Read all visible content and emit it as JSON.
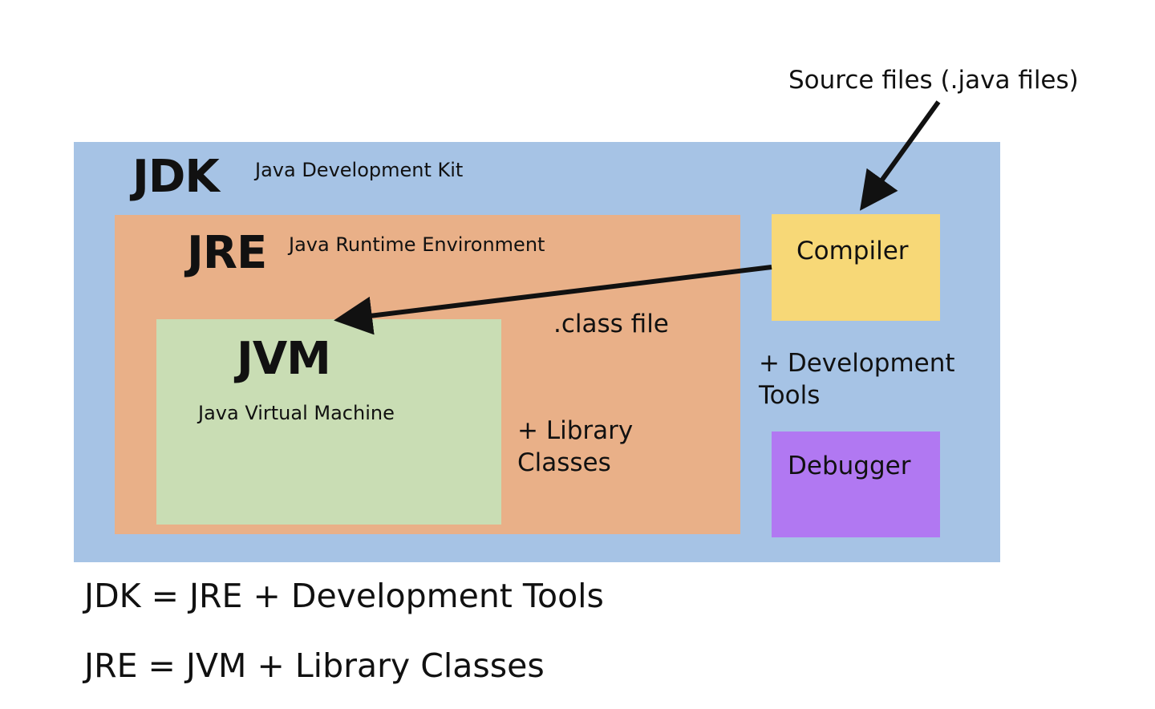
{
  "jdk": {
    "title": "JDK",
    "subtitle": "Java Development Kit",
    "color": "#a6c3e5"
  },
  "jre": {
    "title": "JRE",
    "subtitle": "Java Runtime Environment",
    "color": "#e9b088"
  },
  "jvm": {
    "title": "JVM",
    "subtitle": "Java Virtual Machine",
    "color": "#c9ddb4"
  },
  "compiler": {
    "label": "Compiler",
    "color": "#f7d877"
  },
  "debugger": {
    "label": "Debugger",
    "color": "#b178f2"
  },
  "labels": {
    "source_files": "Source files (.java files)",
    "class_file": ".class file",
    "library_classes_line1": "+ Library",
    "library_classes_line2": "Classes",
    "development_tools_line1": "+ Development",
    "development_tools_line2": "Tools"
  },
  "equations": {
    "jdk": "JDK = JRE + Development Tools",
    "jre": "JRE = JVM + Library Classes"
  }
}
